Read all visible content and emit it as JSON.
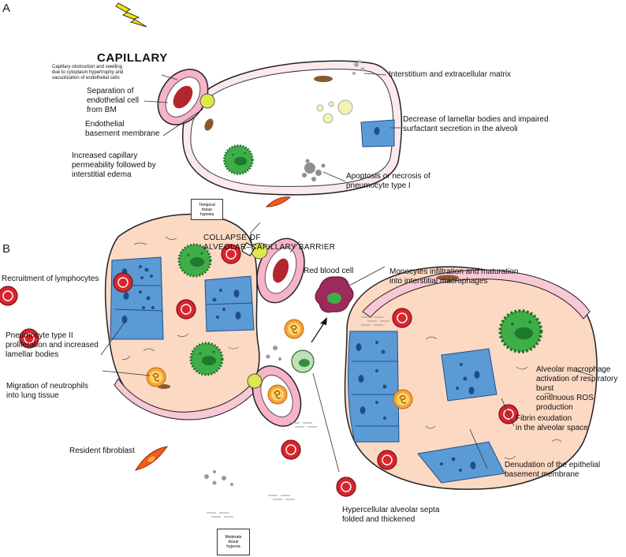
{
  "panels": {
    "a": "A",
    "b": "B"
  },
  "colors": {
    "alveolus_fill": "#fcd9c3",
    "membrane_pink": "#f3b4cd",
    "capillary_red": "#b5252f",
    "epithelium_blue": "#5b9bd5",
    "macrophage_green": "#3fae49",
    "neutrophil_orange": "#f7a237",
    "monocyte_purple": "#9c2a5a",
    "yellow_gap": "#dde84a"
  },
  "panel_a": {
    "title": "CAPILLARY",
    "labels": {
      "capillary_obstruction": "Capillary obstruction and swelling\ndue to cytoplasm hypertrophy and\nvacuolization of endothelial cells",
      "separation": "Separation of\nendothelial cell\nfrom BM",
      "basement_membrane": "Endothelial\nbasement membrane",
      "permeability": "Increased capillary\npermeability followed by\ninterstitial edema",
      "interstitium": "Interstitium and extracellular matrix",
      "lamellar": "Decrease of lamellar bodies and impaired\nsurfactant secretion in the alveoli",
      "apoptosis": "Apoptosis or necrosis of\npneumocyte type I"
    },
    "hypoxia_box": "Temporal\ntissue\nhypoxia"
  },
  "panel_b": {
    "labels": {
      "collapse": "COLLAPSE OF\nALVEOLAR–CAPILLARY BARRIER",
      "red_blood_cell": "Red blood cell",
      "monocytes": "Monocytes infiltration and maturation\ninto interstitial macrophages",
      "lymphocytes": "Recruitment of lymphocytes",
      "pneumocyte_ii": "Pneumocyte type II\nproliferation and increased\nlamellar bodies",
      "neutrophils": "Migration of neutrophils\ninto lung tissue",
      "fibroblast": "Resident fibroblast",
      "alveolar_macrophage": "Alveolar macrophage\nactivation of respiratory burst\ncontinuous ROS production",
      "fibrin": "Fibrin exudation\nin the alveolar space",
      "denudation": "Denudation of the epithelial\nbasement membrane",
      "hypercellular": "Hypercellular alveolar septa\nfolded and thickened"
    },
    "hypoxia_box": "Moderate\ntissue\nhypoxia"
  }
}
